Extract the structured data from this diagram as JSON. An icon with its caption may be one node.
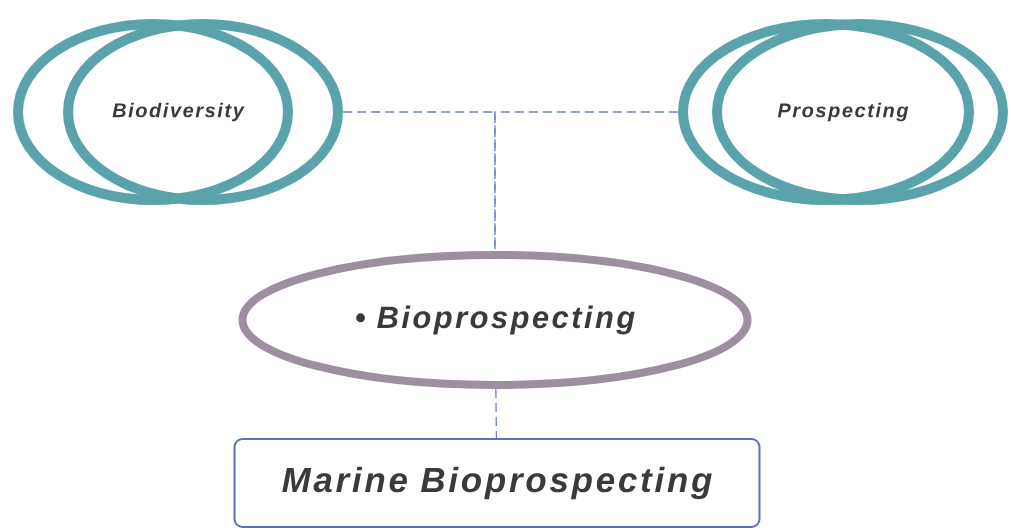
{
  "diagram": {
    "nodes": [
      {
        "text": [
          "Biodiversity"
        ]
      },
      {
        "text": [
          "Prospecting"
        ]
      },
      {
        "text": [
          "• Bioprospecting"
        ]
      },
      {
        "text": [
          "Marine Bioprospecting"
        ]
      }
    ],
    "edges": [
      {
        "from": 0,
        "to": 2,
        "arrow": "none",
        "style": "dashed"
      },
      {
        "from": 1,
        "to": 2,
        "arrow": "none",
        "style": "dashed"
      },
      {
        "from": 2,
        "to": 3,
        "arrow": "none",
        "style": "dashed"
      }
    ]
  }
}
